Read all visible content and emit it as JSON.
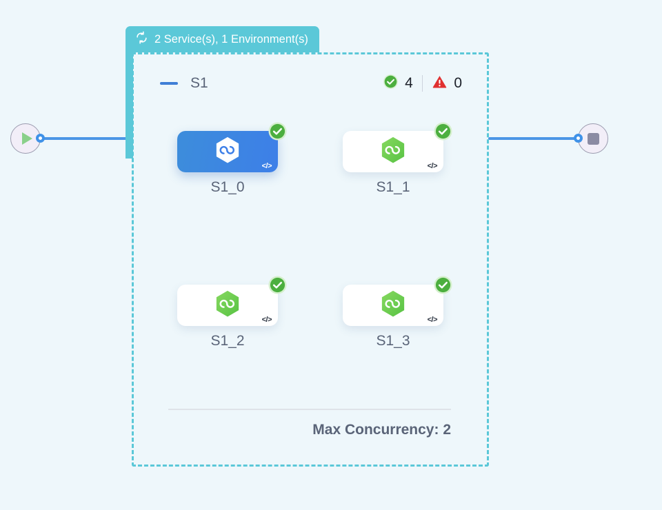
{
  "canvas": {
    "background_color": "#eef7fb"
  },
  "start_node": {
    "name": "start-node",
    "icon": "play-icon"
  },
  "end_node": {
    "name": "end-node",
    "icon": "stop-icon"
  },
  "group": {
    "tab": {
      "icon": "loop-refresh-icon",
      "label": "2 Service(s), 1 Environment(s)",
      "background_color": "#5bc8d8"
    },
    "border_color": "#5bc8d8",
    "header": {
      "collapse_icon": "minus-icon",
      "title": "S1",
      "status": {
        "success_icon": "check-circle-icon",
        "success_count": "4",
        "warning_icon": "warning-triangle-icon",
        "warning_count": "0",
        "success_color": "#4caf3f",
        "warning_color": "#e03030"
      }
    },
    "nodes": [
      {
        "label": "S1_0",
        "selected": true,
        "status_icon": "check-circle-icon",
        "code_glyph": "</>",
        "logo_icon": "hexagon-infinity-icon"
      },
      {
        "label": "S1_1",
        "selected": false,
        "status_icon": "check-circle-icon",
        "code_glyph": "</>",
        "logo_icon": "hexagon-infinity-icon"
      },
      {
        "label": "S1_2",
        "selected": false,
        "status_icon": "check-circle-icon",
        "code_glyph": "</>",
        "logo_icon": "hexagon-infinity-icon"
      },
      {
        "label": "S1_3",
        "selected": false,
        "status_icon": "check-circle-icon",
        "code_glyph": "</>",
        "logo_icon": "hexagon-infinity-icon"
      }
    ],
    "footer": {
      "max_concurrency_label": "Max Concurrency: 2"
    }
  }
}
